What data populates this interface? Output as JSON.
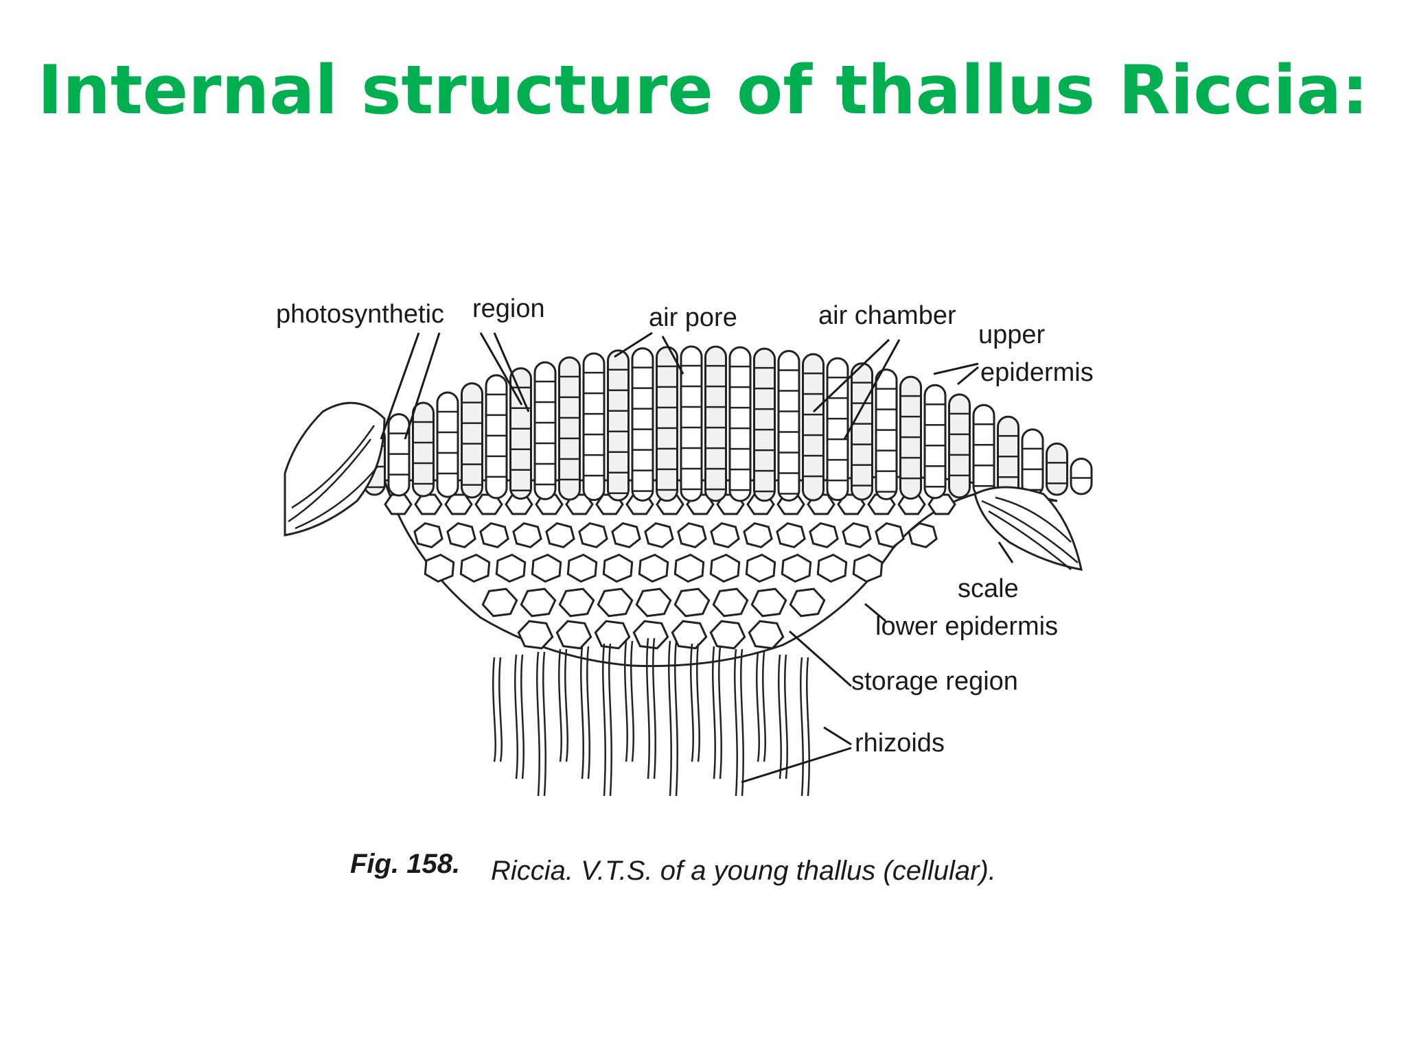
{
  "slide": {
    "title": "Internal structure of thallus Riccia:",
    "title_color": "#00b050"
  },
  "diagram": {
    "labels": {
      "photosynthetic": "photosynthetic",
      "region": "region",
      "air_pore": "air pore",
      "air_chamber": "air chamber",
      "upper": "upper",
      "epidermis": "epidermis",
      "scale": "scale",
      "lower_epidermis": "lower epidermis",
      "storage_region": "storage region",
      "rhizoids": "rhizoids"
    },
    "caption": {
      "fig": "Fig. 158.",
      "text": "Riccia. V.T.S. of a young thallus (cellular)."
    }
  }
}
